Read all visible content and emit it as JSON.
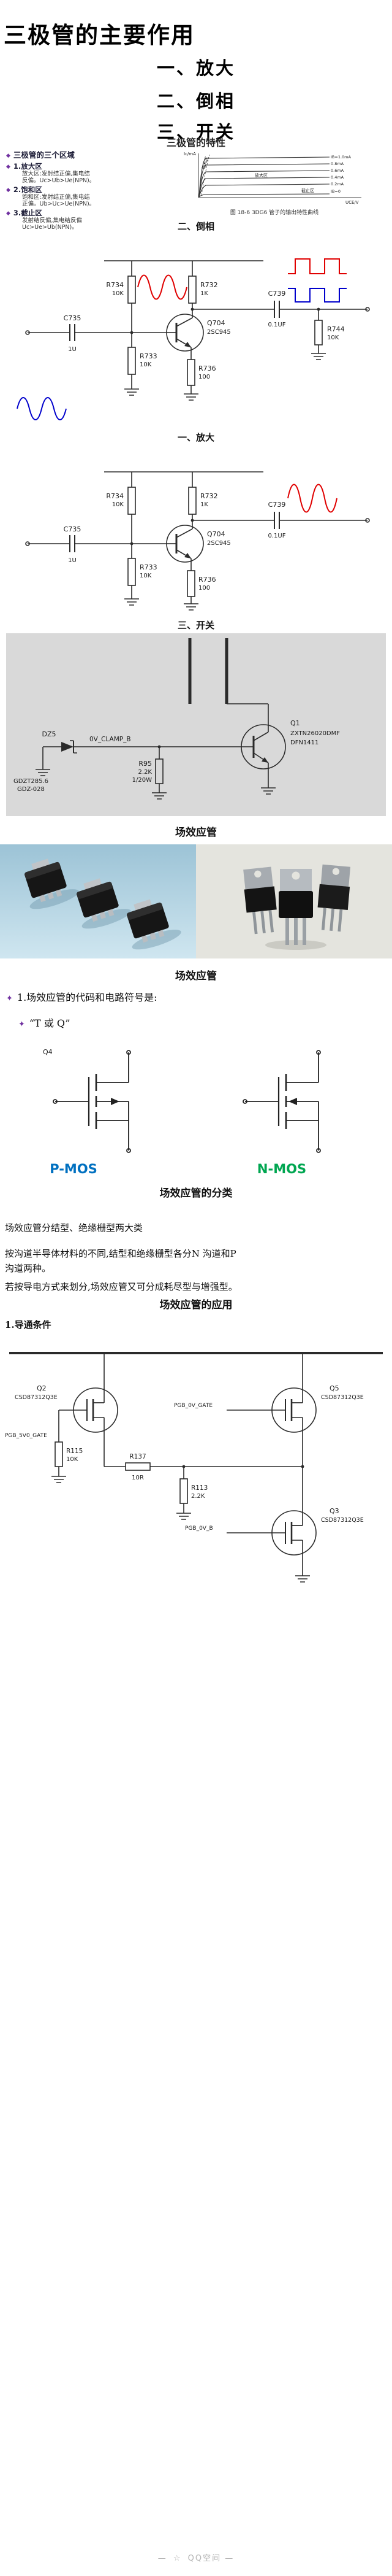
{
  "colors": {
    "wave_red": "#e00000",
    "wave_blue": "#0000cc",
    "bullet_purple": "#7030a0",
    "pmos_blue": "#0070c0",
    "nmos_green": "#00a651",
    "switch_panel_gray": "#d9d9d9",
    "footer_gray": "#b3b3b3"
  },
  "icons": {
    "diamond": "◆",
    "sparkle": "✦",
    "star": "☆"
  },
  "page": {
    "title": "三极管的主要作用",
    "footer": {
      "dash": "—",
      "label": "QQ空间"
    }
  },
  "toc": {
    "item1": "一、放大",
    "item2": "二、倒相",
    "item3": "三、开关"
  },
  "characteristics": {
    "heading": "三极管的特性",
    "slide": {
      "title": "三极管的三个区域",
      "s1_title": "1.放大区",
      "s1_line1": "放大区:发射结正偏,集电结",
      "s1_line2": "反偏。Uc>Ub>Ue(NPN)。",
      "s2_title": "2.饱和区",
      "s2_line1": "饱和区:发射结正偏,集电结",
      "s2_line2": "正偏。Ub>Uc>Ue(NPN)。",
      "s3_title": "3.截止区",
      "s3_line1": "发射结反偏,集电结反偏",
      "s3_line2": "Uc>Ue>Ub(NPN)。"
    },
    "chart": {
      "caption": "图 18-6  3DG6 管子的输出特性曲线",
      "ylabel": "Ic/mA",
      "xlabel": "UCE/V",
      "region_saturation": "饱和区",
      "region_amplify": "放大区",
      "region_cutoff": "截止区",
      "curve_labels": [
        "IB=1.0mA",
        "0.8mA",
        "0.6mA",
        "0.4mA",
        "0.2mA",
        "IB=0"
      ]
    }
  },
  "chart_data": {
    "type": "line",
    "title": "图 18-6 3DG6 管子的输出特性曲线",
    "xlabel": "UCE/V",
    "ylabel": "Ic/mA",
    "xlim": [
      0,
      12
    ],
    "ylim": [
      0,
      4
    ],
    "grid": false,
    "legend": false,
    "series": [
      {
        "name": "IB=1.0mA",
        "approx_plateau_mA": 3.6
      },
      {
        "name": "IB=0.8mA",
        "approx_plateau_mA": 3.0
      },
      {
        "name": "IB=0.6mA",
        "approx_plateau_mA": 2.4
      },
      {
        "name": "IB=0.4mA",
        "approx_plateau_mA": 1.7
      },
      {
        "name": "IB=0.2mA",
        "approx_plateau_mA": 1.0
      },
      {
        "name": "IB=0",
        "approx_plateau_mA": 0.1
      }
    ],
    "annotations": [
      "饱和区",
      "放大区",
      "截止区"
    ]
  },
  "inversion": {
    "heading": "二、倒相",
    "c735": "C735",
    "c735_val": "1U",
    "r734": "R734",
    "r734_val": "10K",
    "r733": "R733",
    "r733_val": "10K",
    "r732": "R732",
    "r732_val": "1K",
    "q704": "Q704",
    "q704_val": "2SC945",
    "r736": "R736",
    "r736_val": "100",
    "c739": "C739",
    "c739_val": "0.1UF",
    "r744": "R744",
    "r744_val": "10K"
  },
  "amplify": {
    "heading": "一、放大",
    "c735": "C735",
    "c735_val": "1U",
    "r734": "R734",
    "r734_val": "10K",
    "r733": "R733",
    "r733_val": "10K",
    "r732": "R732",
    "r732_val": "1K",
    "q704": "Q704",
    "q704_val": "2SC945",
    "r736": "R736",
    "r736_val": "100",
    "c739": "C739",
    "c739_val": "0.1UF"
  },
  "switch": {
    "heading": "三、开关",
    "dz5": "DZ5",
    "dz5_val": "GDZT285.6",
    "dz5_pkg": "GDZ-028",
    "net_clamp": "0V_CLAMP_B",
    "r95": "R95",
    "r95_val": "2.2K",
    "r95_watt": "1/20W",
    "q1": "Q1",
    "q1_val": "ZXTN26020DMF",
    "q1_pkg": "DFN1411"
  },
  "fet": {
    "photo_heading": "场效应管",
    "symbol_heading": "场效应管",
    "code_line": "1.场效应管的代码和电路符号是:",
    "code_value": "“T 或 Q”",
    "pmos_ref": "Q4",
    "pmos_label": "P-MOS",
    "nmos_label": "N-MOS",
    "class_heading": "场效应管的分类",
    "class_line1": "场效应管分结型、绝缘栅型两大类",
    "class_line2": "按沟道半导体材料的不同,结型和绝缘栅型各分N 沟道和P",
    "class_line3": "沟道两种。",
    "class_line4": "若按导电方式来划分,场效应管又可分成耗尽型与增强型。",
    "app_heading": "场效应管的应用",
    "app_sub": "1.导通条件"
  },
  "app_circuit": {
    "q2": "Q2",
    "q2_val": "CSD87312Q3E",
    "q5": "Q5",
    "q5_val": "CSD87312Q3E",
    "q3": "Q3",
    "q3_val": "CSD87312Q3E",
    "r137": "R137",
    "r137_val": "10R",
    "r113": "R113",
    "r113_val": "2.2K",
    "r115": "R115",
    "r115_val": "10K",
    "net_gate5v": "PGB_5V0_GATE",
    "net_gate0v": "PGB_0V_GATE",
    "net_0v_b": "PGB_0V_B"
  }
}
